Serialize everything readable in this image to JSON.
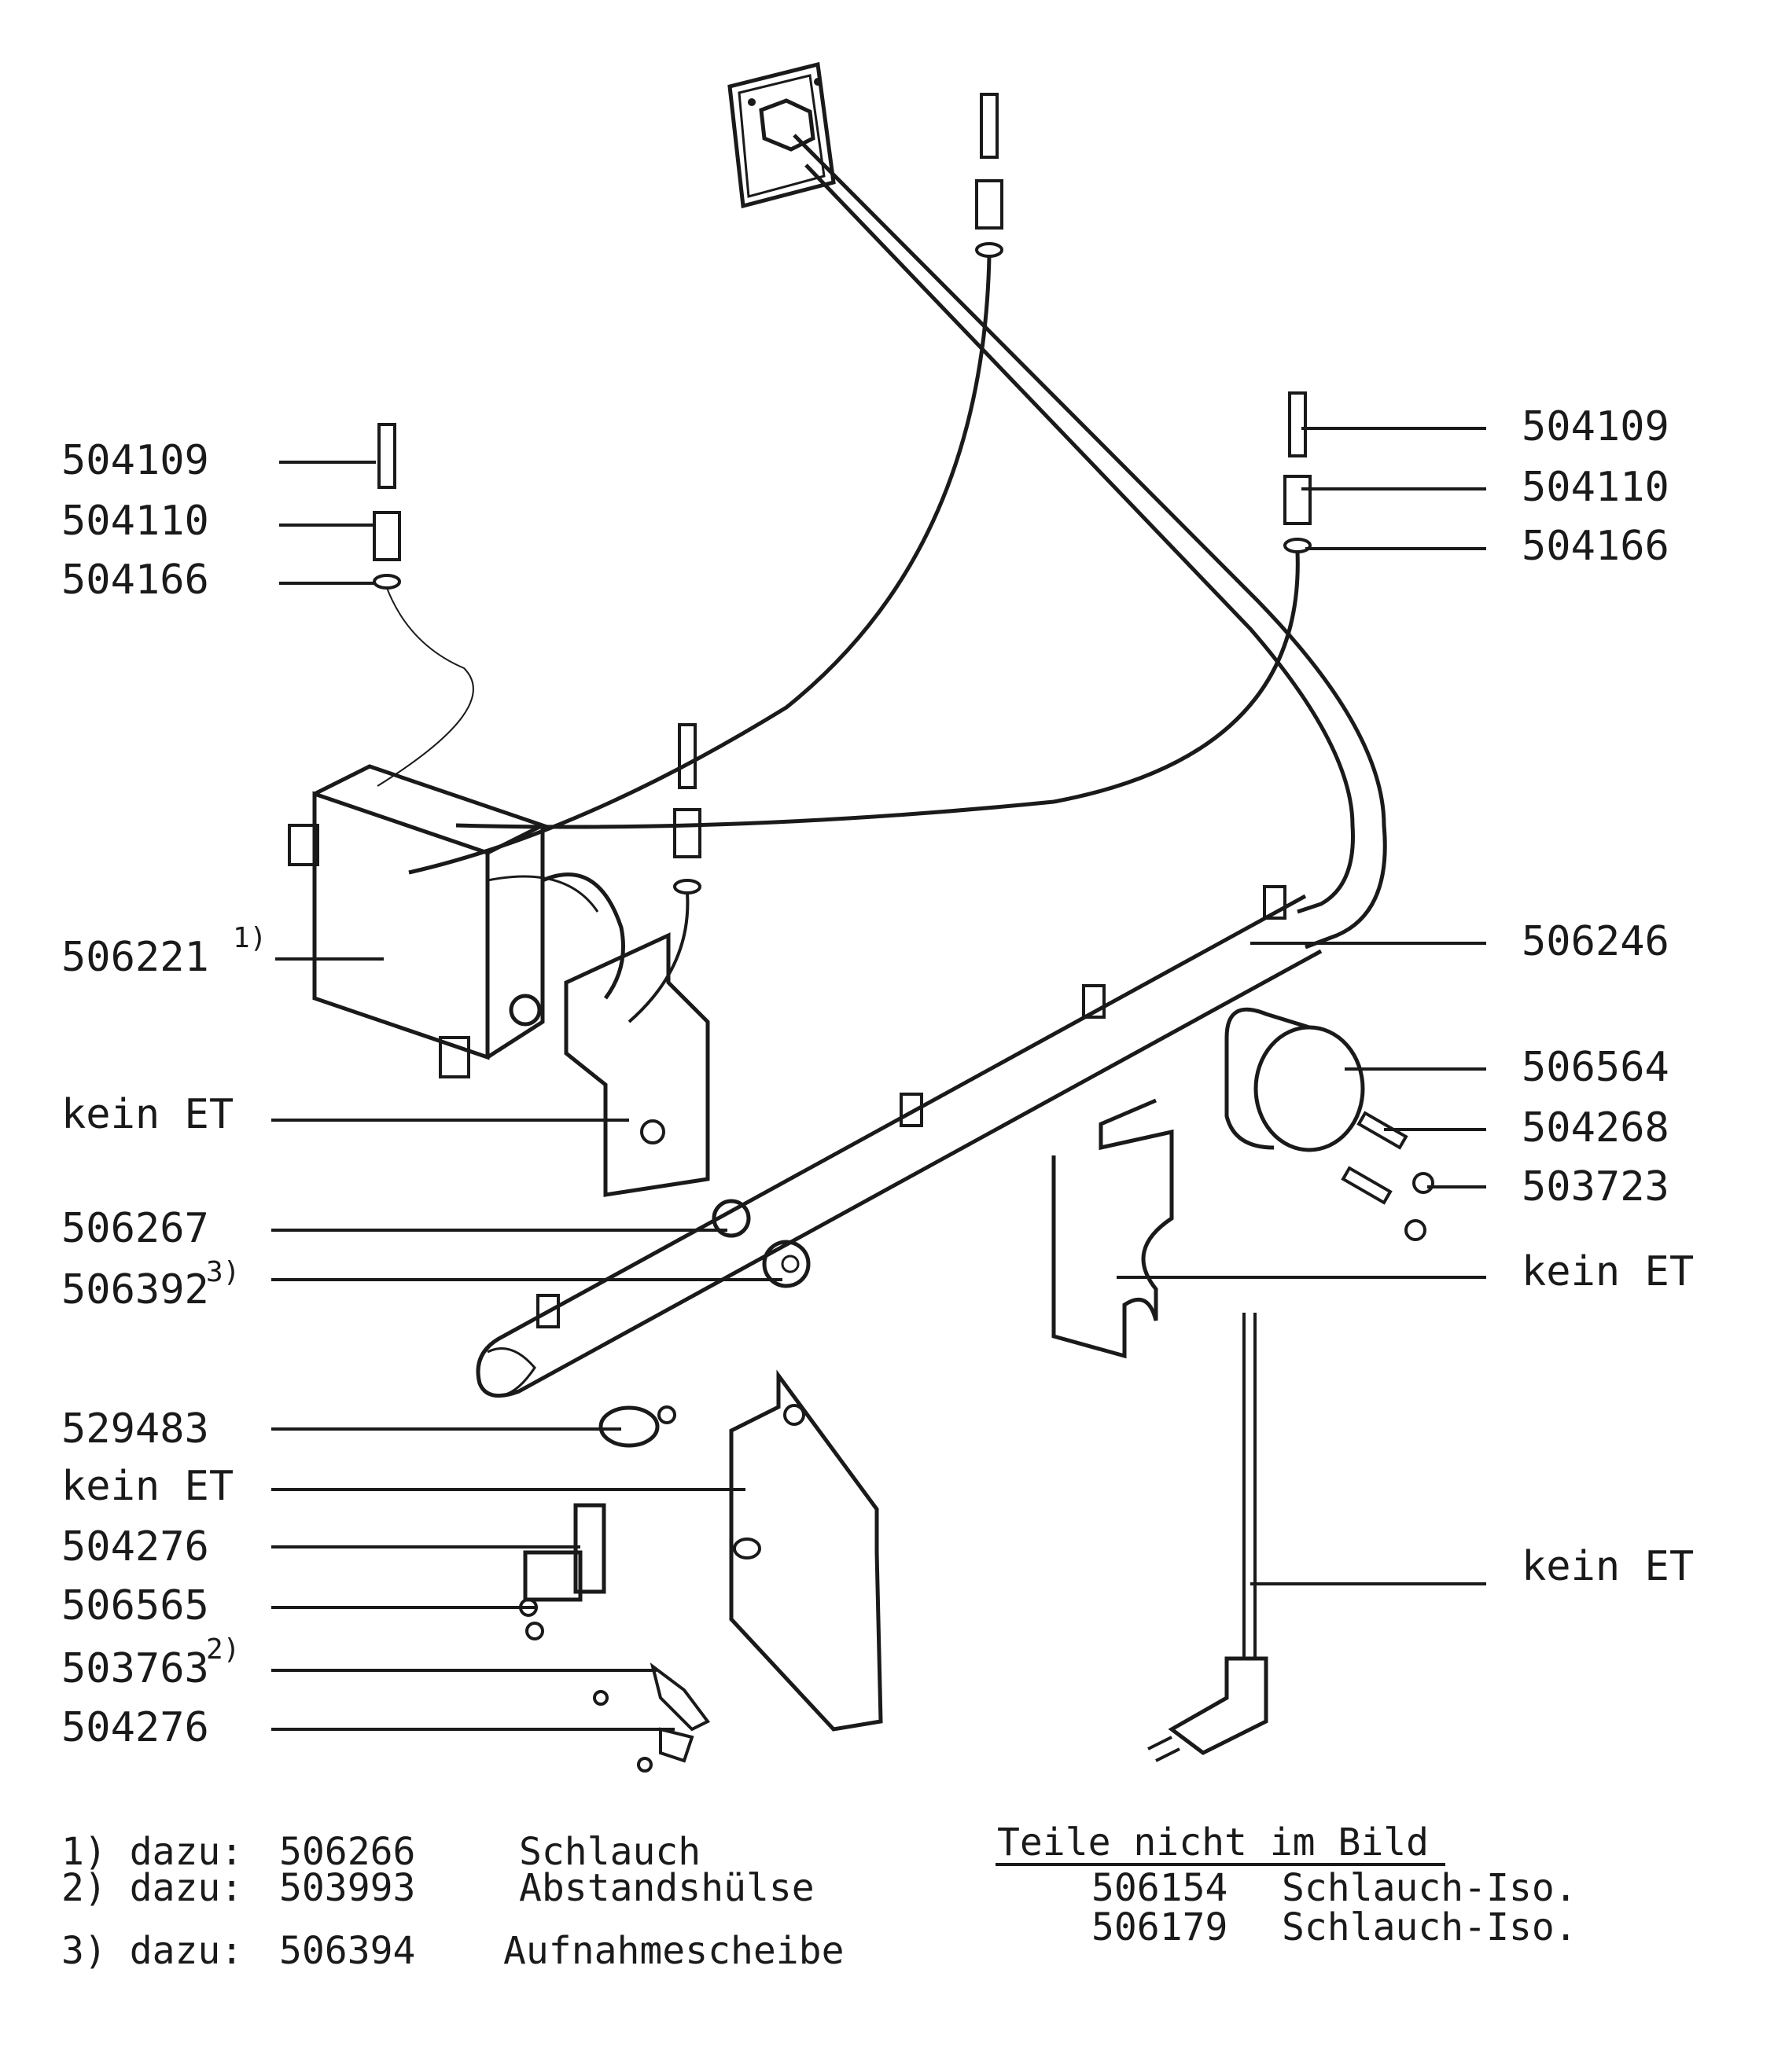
{
  "labels_left": [
    {
      "id": "l1",
      "text": "504109"
    },
    {
      "id": "l2",
      "text": "504110"
    },
    {
      "id": "l3",
      "text": "504166"
    },
    {
      "id": "l4",
      "text": "506221",
      "sup": "1)"
    },
    {
      "id": "l5",
      "text": "kein ET"
    },
    {
      "id": "l6",
      "text": "506267"
    },
    {
      "id": "l7",
      "text": "506392",
      "sup": "3)"
    },
    {
      "id": "l8",
      "text": "529483"
    },
    {
      "id": "l9",
      "text": "kein ET"
    },
    {
      "id": "l10",
      "text": "504276"
    },
    {
      "id": "l11",
      "text": "506565"
    },
    {
      "id": "l12",
      "text": "503763",
      "sup": "2)"
    },
    {
      "id": "l13",
      "text": "504276"
    }
  ],
  "labels_right": [
    {
      "id": "r1",
      "text": "504109"
    },
    {
      "id": "r2",
      "text": "504110"
    },
    {
      "id": "r3",
      "text": "504166"
    },
    {
      "id": "r4",
      "text": "506246"
    },
    {
      "id": "r5",
      "text": "506564"
    },
    {
      "id": "r6",
      "text": "504268"
    },
    {
      "id": "r7",
      "text": "503723"
    },
    {
      "id": "r8",
      "text": "kein ET"
    },
    {
      "id": "r9",
      "text": "kein ET"
    }
  ],
  "footnotes": [
    {
      "mark": "1) dazu:",
      "part": "506266",
      "desc": "Schlauch"
    },
    {
      "mark": "2) dazu:",
      "part": "503993",
      "desc": "Abstandshülse"
    },
    {
      "mark": "3) dazu:",
      "part": "506394",
      "desc": "Aufnahmescheibe"
    }
  ],
  "not_shown": {
    "heading": "Teile nicht im Bild",
    "items": [
      {
        "part": "506154",
        "desc": "Schlauch-Iso."
      },
      {
        "part": "506179",
        "desc": "Schlauch-Iso."
      }
    ]
  }
}
